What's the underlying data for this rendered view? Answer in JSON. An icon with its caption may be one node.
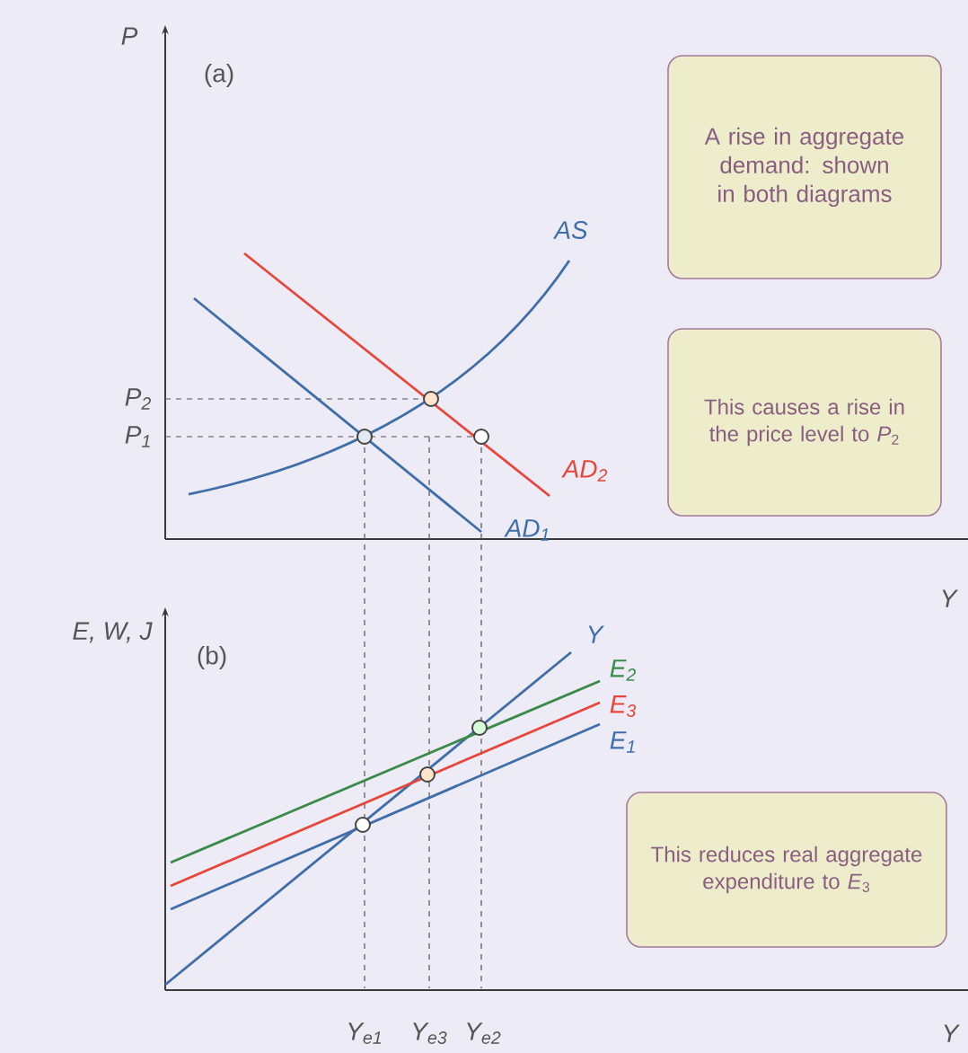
{
  "diagram": {
    "nodes": [
      {
        "text": [
          "A rise in aggregate demand: shown in both diagrams"
        ]
      },
      {
        "text": [
          "This causes a rise in the price level to *P*$_{2}$"
        ]
      },
      {
        "text": [
          "This reduces real aggregate expenditure to *E*$_{3}$"
        ]
      }
    ],
    "labels": [
      "P",
      "(a)",
      "AS",
      "P$_{2}$",
      "P$_{1}$",
      "AD$_{2}$",
      "AD$_{1}$",
      "Y",
      "E, W, J",
      "(b)",
      "Y",
      "E$_{2}$",
      "E$_{3}$",
      "E$_{1}$",
      "Y$_{e1}$",
      "Y$_{e3}$",
      "Y$_{e2}$",
      "Y"
    ]
  }
}
